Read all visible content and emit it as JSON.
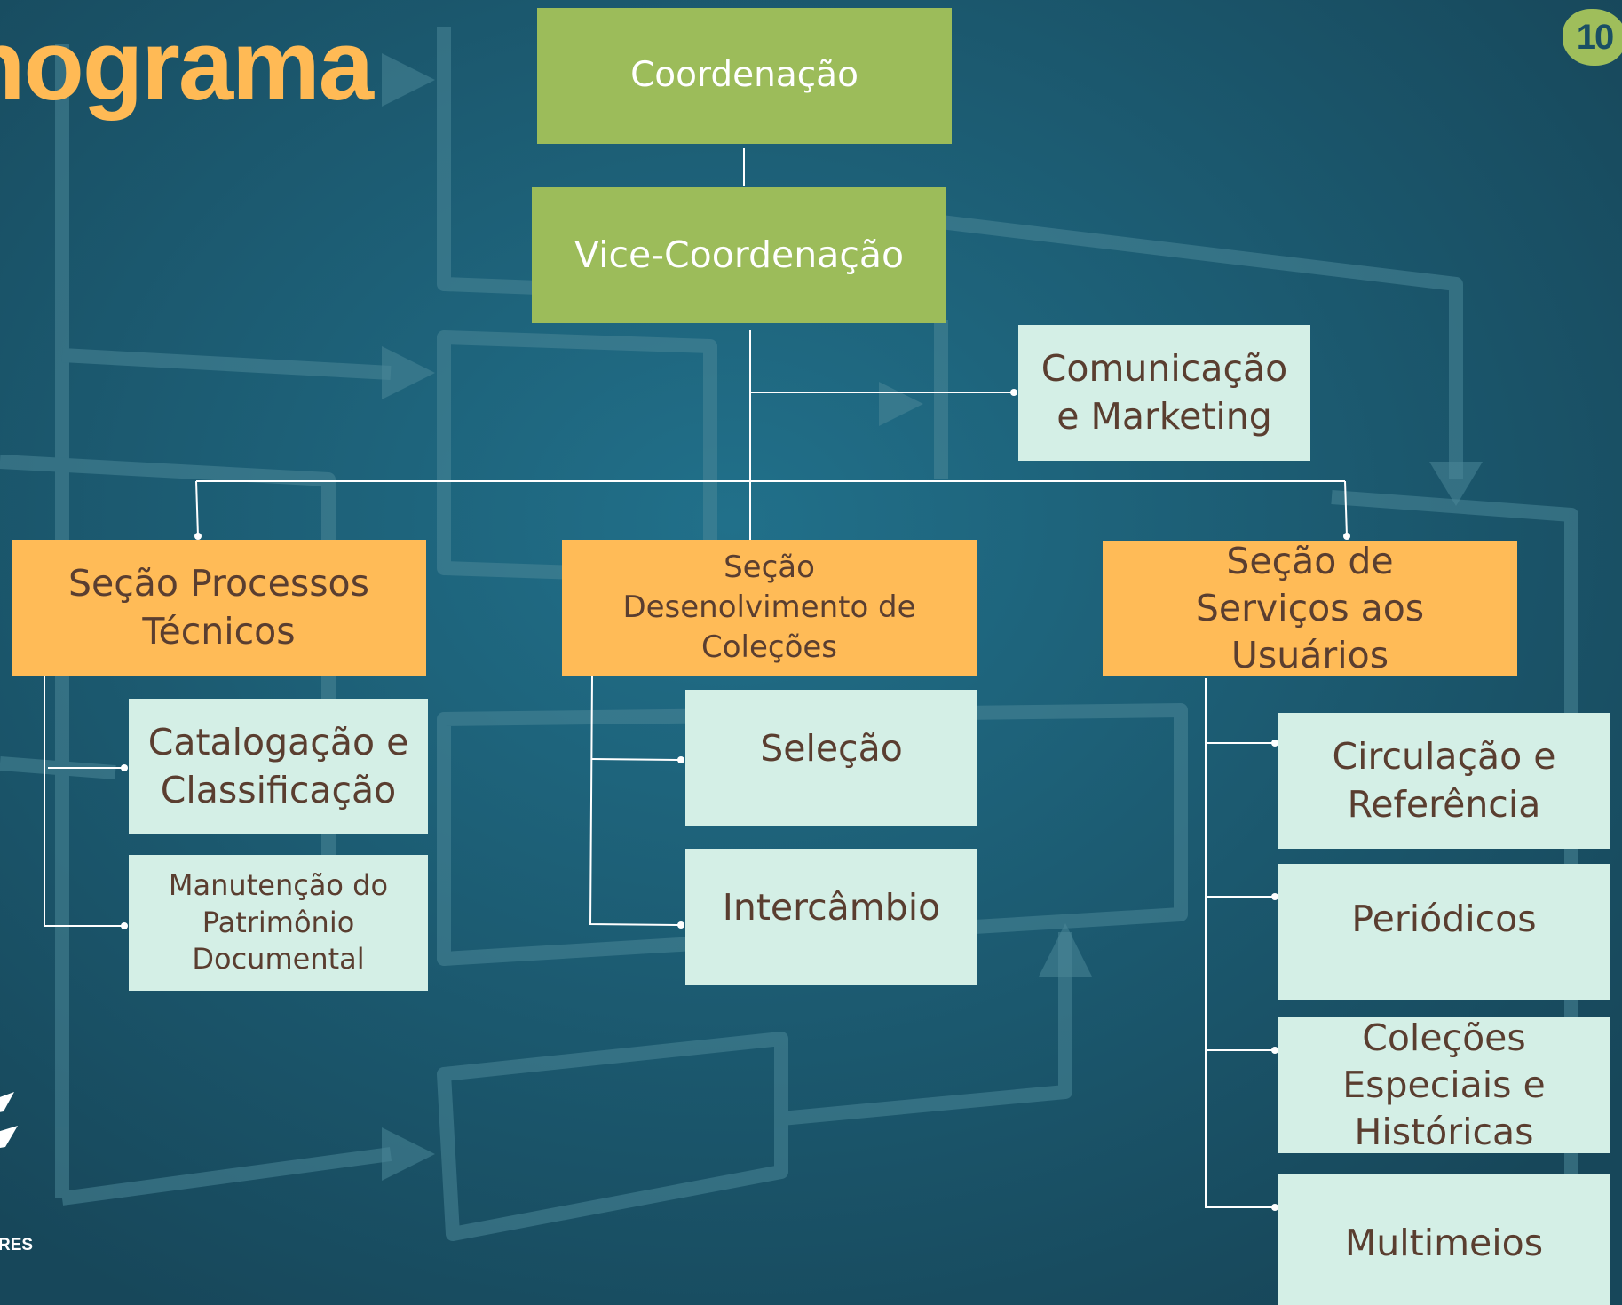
{
  "slide": {
    "title": "nograma",
    "page_number": "10",
    "footer_text": "RES"
  },
  "colors": {
    "background": "#1b5a6e",
    "title": "#ffba55",
    "green_box": "#9cbc5a",
    "orange_box": "#ffbb57",
    "mint_box": "#d4efe6",
    "box_text": "#5a3e30",
    "connector": "#ffffff"
  },
  "org_chart": {
    "coordination": "Coordenação",
    "vice_coordination": "Vice-Coordenação",
    "communication": "Comunicação e Marketing",
    "sections": [
      {
        "name": "Seção Processos Técnicos",
        "units": [
          "Catalogação e Classificação",
          "Manutenção do Patrimônio Documental"
        ]
      },
      {
        "name": "Seção Desenolvimento de Coleções",
        "units": [
          "Seleção",
          "Intercâmbio"
        ]
      },
      {
        "name": "Seção de Serviços aos Usuários",
        "units": [
          "Circulação e Referência",
          "Periódicos",
          "Coleções Especiais e Históricas",
          "Multimeios"
        ]
      }
    ]
  }
}
